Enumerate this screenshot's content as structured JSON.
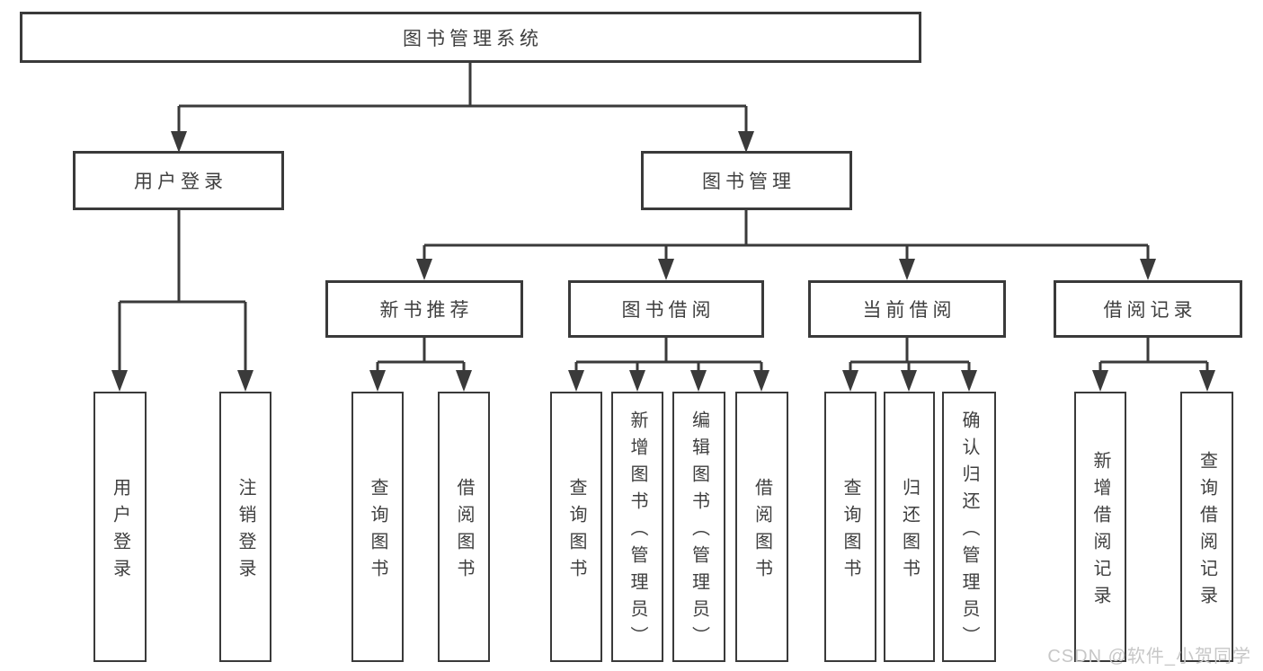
{
  "diagram": {
    "title": "图书管理系统",
    "level2": [
      {
        "label": "用户登录",
        "children": [
          {
            "label": "用户登录"
          },
          {
            "label": "注销登录"
          }
        ]
      },
      {
        "label": "图书管理",
        "children": [
          {
            "label": "新书推荐",
            "children": [
              {
                "label": "查询图书"
              },
              {
                "label": "借阅图书"
              }
            ]
          },
          {
            "label": "图书借阅",
            "children": [
              {
                "label": "查询图书"
              },
              {
                "label": "新增图书（管理员）"
              },
              {
                "label": "编辑图书（管理员）"
              },
              {
                "label": "借阅图书"
              }
            ]
          },
          {
            "label": "当前借阅",
            "children": [
              {
                "label": "查询图书"
              },
              {
                "label": "归还图书"
              },
              {
                "label": "确认归还（管理员）"
              }
            ]
          },
          {
            "label": "借阅记录",
            "children": [
              {
                "label": "新增借阅记录"
              },
              {
                "label": "查询借阅记录"
              }
            ]
          }
        ]
      }
    ]
  },
  "watermark": "CSDN @软件_小贺同学",
  "colors": {
    "line": "#3a3a3a",
    "text": "#3f3f3f",
    "background": "#ffffff",
    "watermark": "#c7c7c7"
  }
}
